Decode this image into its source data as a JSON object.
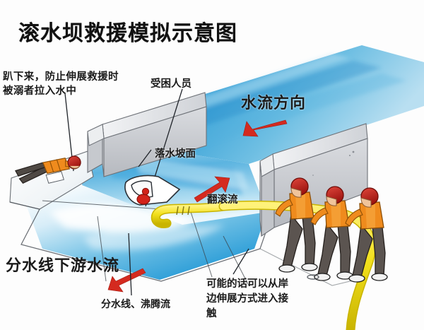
{
  "title": "滚水坝救援模拟示意图",
  "labels": {
    "left_note": "趴下来，防止伸展救援时被溺者拉入水中",
    "victim": "受困人员",
    "flow_direction": "水流方向",
    "slope": "落水坡面",
    "roller": "翻滚流",
    "downstream": "分水线下游水流",
    "boil_line": "分水线、沸腾流",
    "right_note": "可能的话可以从岸边伸展方式进入接触"
  },
  "icons": {
    "flow_arrow_upper": "red-arrow-left-icon",
    "flow_arrow_roller": "red-arrow-upright-icon",
    "flow_arrow_downstream": "red-arrow-downleft-icon",
    "prone_rescuer": "prone-rescuer-icon",
    "trapped_person_raft": "white-raft-with-victim-icon",
    "rescue_hose": "yellow-hose-icon",
    "rescuers": "three-rescuers-icon"
  },
  "colors": {
    "arrow_red": "#d42a1f",
    "helmet_red": "#c7201a",
    "vest_orange": "#f08a1e",
    "pants_gray": "#5b5450",
    "hose_yellow": "#f2e01c",
    "water_blue": "#2f9fd8",
    "water_deep": "#1b7fc0",
    "water_pale": "#cfe8f6",
    "concrete_light": "#d8dade",
    "concrete_mid": "#b9bcc2",
    "concrete_dark": "#9fa3aa",
    "text_dark": "#1b1b1b"
  },
  "scene": {
    "upstream_river": "upstream channel with fast blue flow above the dam crest",
    "dam_walls": "two concrete retaining walls forming the weir/low-head dam",
    "drop_slope": "spillway face where water falls",
    "downstream_pool": "pale blue boil / aerated water below the dam",
    "bank": "white-grey shoreline at lower left"
  }
}
